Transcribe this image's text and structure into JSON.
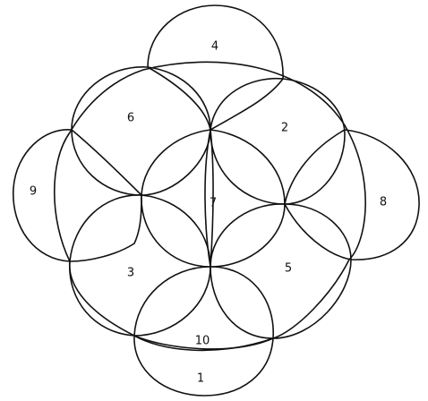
{
  "diagram": {
    "stroke_color": "#111111",
    "background": "#ffffff",
    "labels": {
      "label_1": "1",
      "label_2": "2",
      "label_3": "3",
      "label_4": "4",
      "label_5": "5",
      "label_6": "6",
      "label_7": "7",
      "label_8": "8",
      "label_9": "9",
      "label_10": "10"
    }
  }
}
